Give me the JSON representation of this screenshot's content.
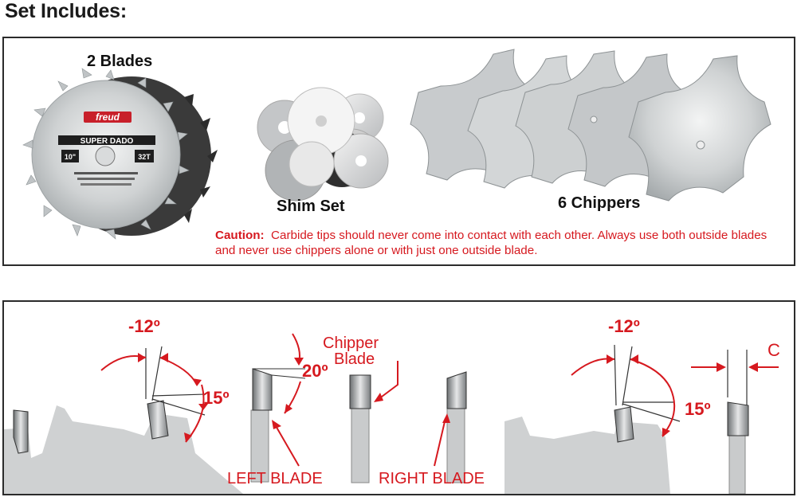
{
  "heading": "Set Includes:",
  "items": {
    "blades": "2 Blades",
    "shims": "Shim Set",
    "chippers": "6 Chippers"
  },
  "caution": {
    "label": "Caution:",
    "text": "Carbide tips should never come into contact with each other.  Always use both outside blades and never use chippers alone or with just one outside blade."
  },
  "blade_face": {
    "brand": "freud",
    "name": "SUPER DADO",
    "size": "10\"",
    "teeth": "32T"
  },
  "diagram": {
    "left_angle_hook": "-12º",
    "left_angle_clearance": "15º",
    "bevel_angle": "20º",
    "chipper_label_1": "Chipper",
    "chipper_label_2": "Blade",
    "left_blade": "LEFT BLADE",
    "right_blade": "RIGHT BLADE",
    "right_angle_hook": "-12º",
    "right_angle_clearance": "15º",
    "kerf_label": "C"
  },
  "colors": {
    "accent_red": "#d6191f",
    "steel_gray": "#c9cbcc",
    "border": "#2b2b2b"
  }
}
